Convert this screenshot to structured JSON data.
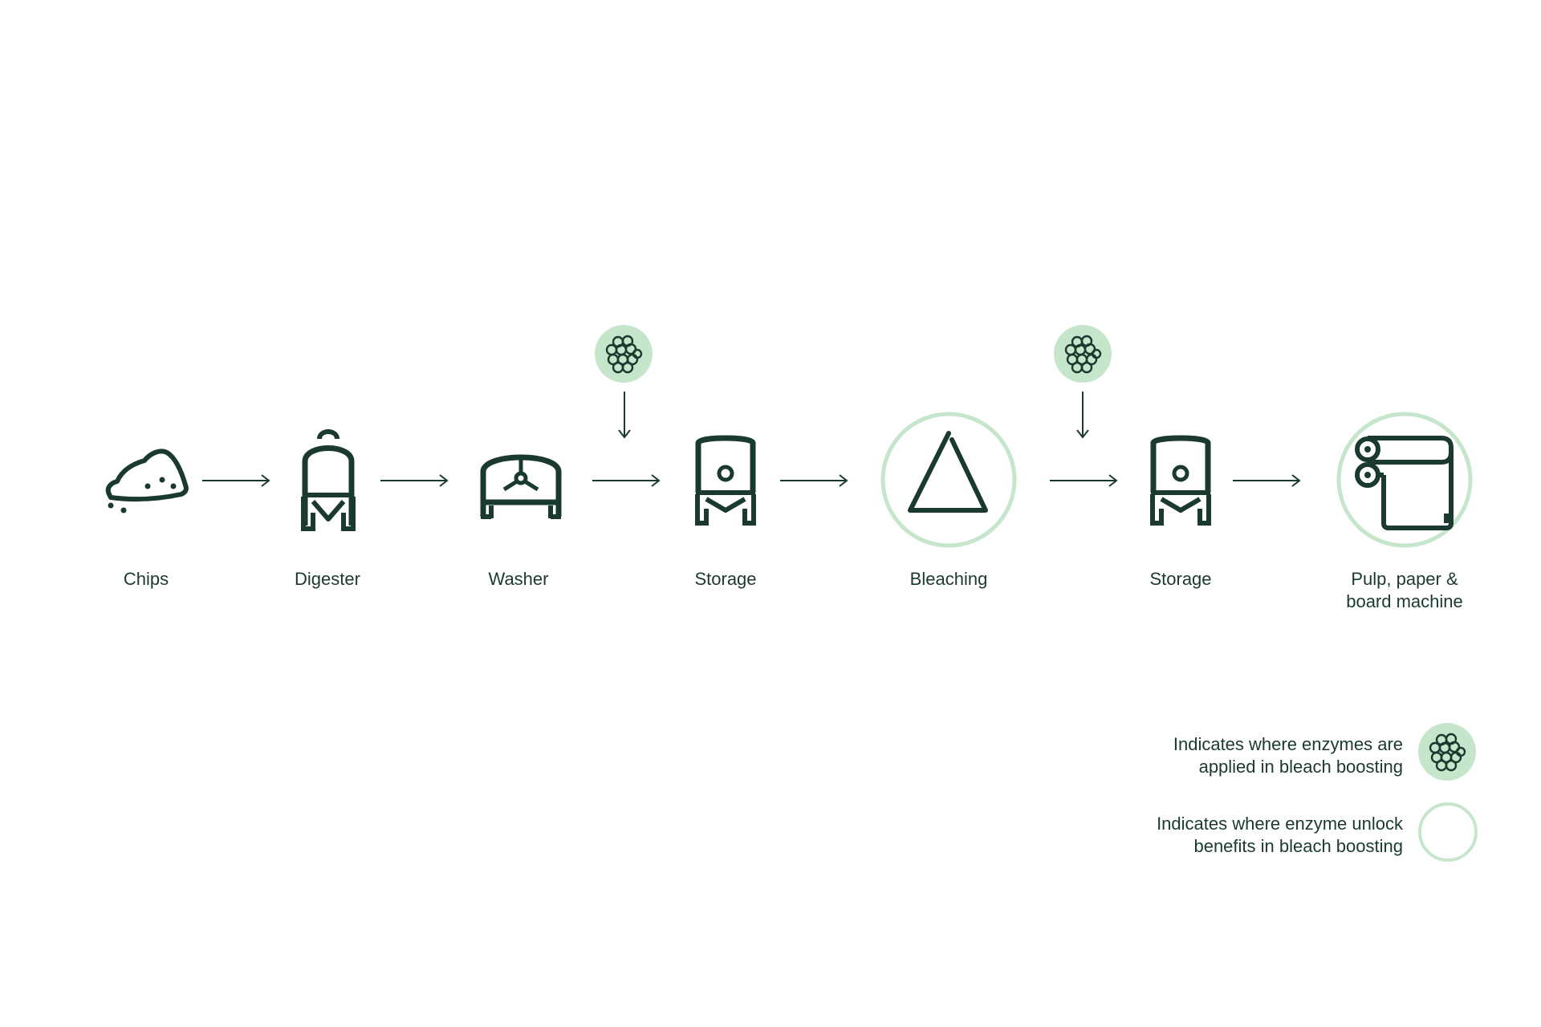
{
  "colors": {
    "stroke": "#1b3a2f",
    "enzyme_fill": "#c6e6cc",
    "ring": "#c6e6cc"
  },
  "steps": [
    {
      "label": "Chips",
      "icon": "chips-icon"
    },
    {
      "label": "Digester",
      "icon": "digester-icon"
    },
    {
      "label": "Washer",
      "icon": "washer-icon"
    },
    {
      "label": "Storage",
      "icon": "storage-tank-icon"
    },
    {
      "label": "Bleaching",
      "icon": "bleaching-triangle-icon"
    },
    {
      "label": "Storage",
      "icon": "storage-tank-icon"
    },
    {
      "label": "Pulp, paper &\nboard machine",
      "icon": "paper-roll-machine-icon"
    }
  ],
  "legend": {
    "applied": "Indicates where enzymes are\napplied in bleach boosting",
    "benefits": "Indicates where enzyme unlock\nbenefits in bleach boosting"
  }
}
